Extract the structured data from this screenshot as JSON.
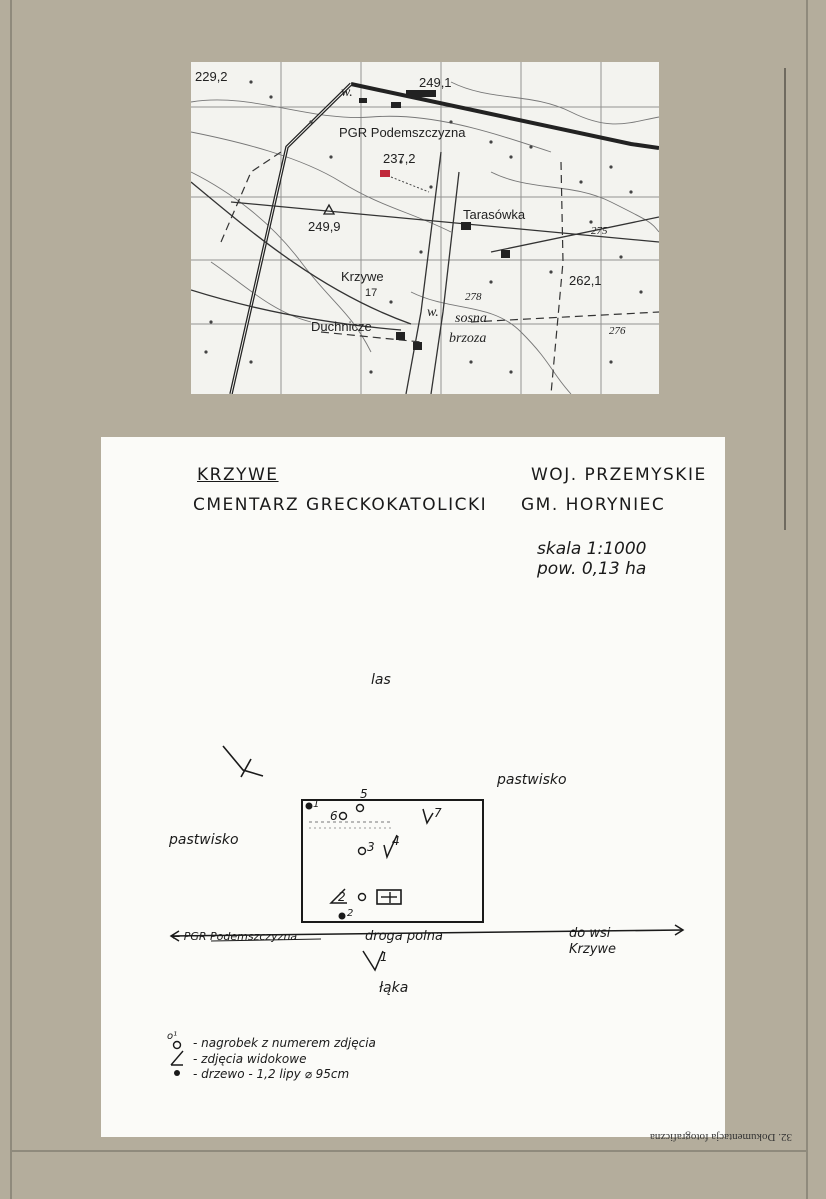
{
  "map": {
    "heights": [
      "229,2",
      "249,1",
      "237,2",
      "249,9",
      "275",
      "262,1",
      "278",
      "276",
      "17"
    ],
    "places": {
      "pgr": "PGR Podemszczyzna",
      "tarasowka": "Tarasówka",
      "krzywe": "Krzywe",
      "duchnicze": "Duchnicze",
      "sosna": "sosna",
      "brzoza": "brzoza",
      "w1": "w.",
      "w2": "w."
    }
  },
  "sheet": {
    "village": "KRZYWE",
    "subject": "CMENTARZ GRECKOKATOLICKI",
    "voivodeship": "WOJ. PRZEMYSKIE",
    "commune": "GM. HORYNIEC",
    "scale": "skala 1:1000",
    "area": "pow. 0,13 ha",
    "plan": {
      "north": "las",
      "east": "pastwisko",
      "west": "pastwisko",
      "south": "łąka",
      "road_left": "← PGR Podemszczyzna",
      "road_mid": "droga polna",
      "road_right_1": "do wsi",
      "road_right_2": "Krzywe",
      "graves": [
        "5",
        "6",
        "3",
        "1",
        "2"
      ],
      "view_marks": [
        "4",
        "7",
        "2",
        "1"
      ]
    },
    "legend": [
      "- nagrobek z numerem zdjęcia",
      "- zdjęcia widokowe",
      "- drzewo - 1,2 lipy ⌀ 95cm"
    ],
    "legend_symbols": [
      "o¹",
      "∠̲",
      "●"
    ]
  },
  "footer": "32. Dokumentacja fotograficzna"
}
